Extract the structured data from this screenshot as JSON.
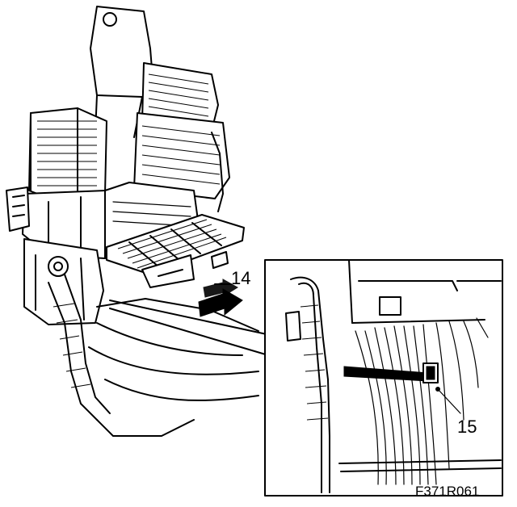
{
  "callouts": {
    "part_14": "14",
    "part_15": "15"
  },
  "figure_code": "F371R061",
  "colors": {
    "ink": "#000000",
    "paper": "#ffffff"
  }
}
